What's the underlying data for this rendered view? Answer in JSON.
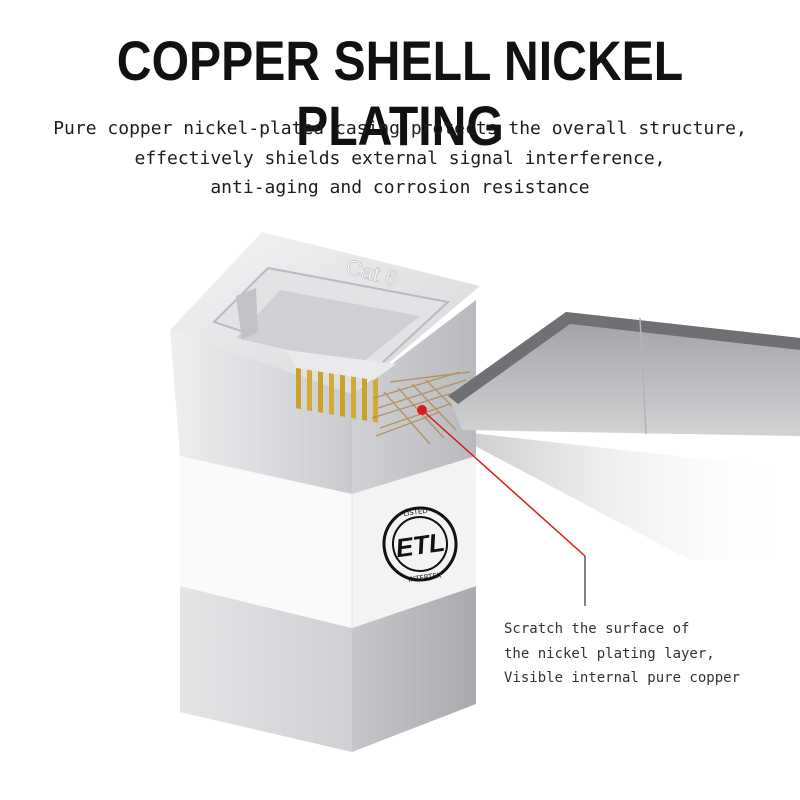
{
  "headline": "COPPER SHELL NICKEL PLATING",
  "subtitle": {
    "lines": [
      "Pure copper nickel-plated casing protects the overall structure,",
      "effectively shields external signal interference,",
      "anti-aging and corrosion resistance"
    ]
  },
  "product": {
    "port_label": "Cat 6",
    "badge": {
      "mark": "ETL",
      "ring_top": "LISTED",
      "ring_bottom": "INTERTEK"
    }
  },
  "annotation": {
    "lines": [
      "Scratch the surface of",
      "the nickel plating layer,",
      "Visible internal pure copper"
    ]
  },
  "colors": {
    "headline": "#111111",
    "text": "#1d1d1d",
    "metal": "#d9dadc",
    "gold_pins": "#c9a227",
    "scratch_copper": "#b38a55",
    "pointer_red": "#d71a1a"
  }
}
